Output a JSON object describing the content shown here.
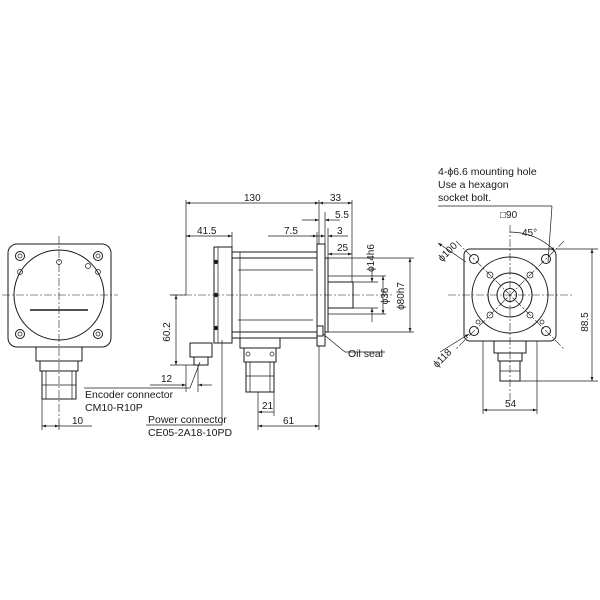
{
  "dims": {
    "d130": "130",
    "d33": "33",
    "d41_5": "41.5",
    "d5_5": "5.5",
    "d7_5": "7.5",
    "d3": "3",
    "d25": "25",
    "d14h6": "ϕ14h6",
    "d36": "ϕ36",
    "d80h7": "ϕ80h7",
    "d60_2": "60.2",
    "d12": "12",
    "d21": "21",
    "d61": "61",
    "d10": "10",
    "d100": "ϕ100",
    "d118": "ϕ118",
    "d45": "45°",
    "d90": "□90",
    "d88_5": "88.5",
    "d54": "54"
  },
  "labels": {
    "oil_seal": "Oil seal",
    "encoder_line1": "Encoder  connector",
    "encoder_line2": "CM10-R10P",
    "power_line1": "Power connector",
    "power_line2": "CE05-2A18-10PD",
    "mount_line1": "4-ϕ6.6 mounting hole",
    "mount_line2": "Use a hexagon",
    "mount_line3": "socket bolt."
  }
}
